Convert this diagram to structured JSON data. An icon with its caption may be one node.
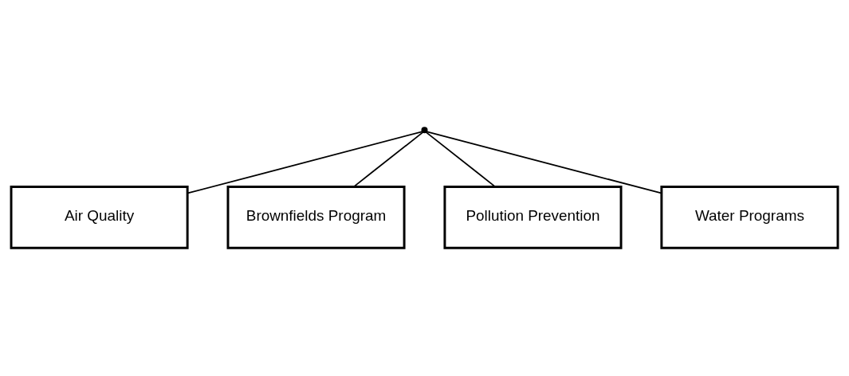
{
  "diagram": {
    "nodes": [
      {
        "text": [],
        "shape": "point"
      },
      {
        "text": [
          "Air Quality"
        ]
      },
      {
        "text": [
          "Brownfields Program"
        ]
      },
      {
        "text": [
          "Pollution Prevention"
        ]
      },
      {
        "text": [
          "Water Programs"
        ]
      }
    ],
    "edges": [
      {
        "from": 0,
        "to": 1,
        "arrow": "none"
      },
      {
        "from": 0,
        "to": 2,
        "arrow": "none"
      },
      {
        "from": 0,
        "to": 3,
        "arrow": "none"
      },
      {
        "from": 0,
        "to": 4,
        "arrow": "none"
      }
    ]
  }
}
